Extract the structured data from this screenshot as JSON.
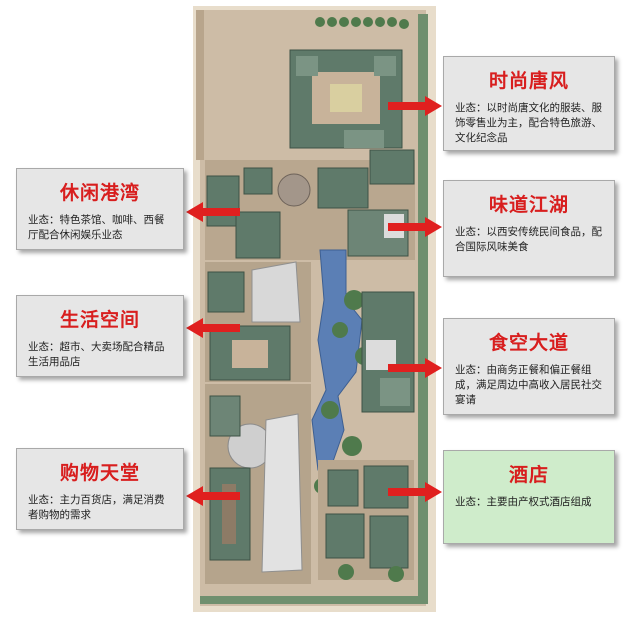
{
  "zones": [
    {
      "id": "fashion",
      "title": "时尚唐风",
      "text": "业态：以时尚唐文化的服装、服饰零售业为主，配合特色旅游、文化纪念品"
    },
    {
      "id": "flavor",
      "title": "味道江湖",
      "text": "业态：以西安传统民间食品，配合国际风味美食"
    },
    {
      "id": "dining",
      "title": "食空大道",
      "text": "业态：由商务正餐和偏正餐组成，满足周边中高收入居民社交宴请"
    },
    {
      "id": "hotel",
      "title": "酒店",
      "text": "业态：主要由产权式酒店组成"
    },
    {
      "id": "leisure",
      "title": "休闲港湾",
      "text": "业态：特色茶馆、咖啡、西餐厅配合休闲娱乐业态"
    },
    {
      "id": "living",
      "title": "生活空间",
      "text": "业态：超市、大卖场配合精品生活用品店"
    },
    {
      "id": "shopping",
      "title": "购物天堂",
      "text": "业态：主力百货店，满足消费者购物的需求"
    }
  ],
  "colors": {
    "title_red": "#d81e1e",
    "arrow_red": "#e0201f",
    "box_gray": "#e6e6e6",
    "box_green": "#cfeccb",
    "roof_green": "#5f7a6a",
    "water_blue": "#5b7fb5",
    "plaza_tan": "#c8b39a",
    "road_beige": "#e8ddcb"
  }
}
